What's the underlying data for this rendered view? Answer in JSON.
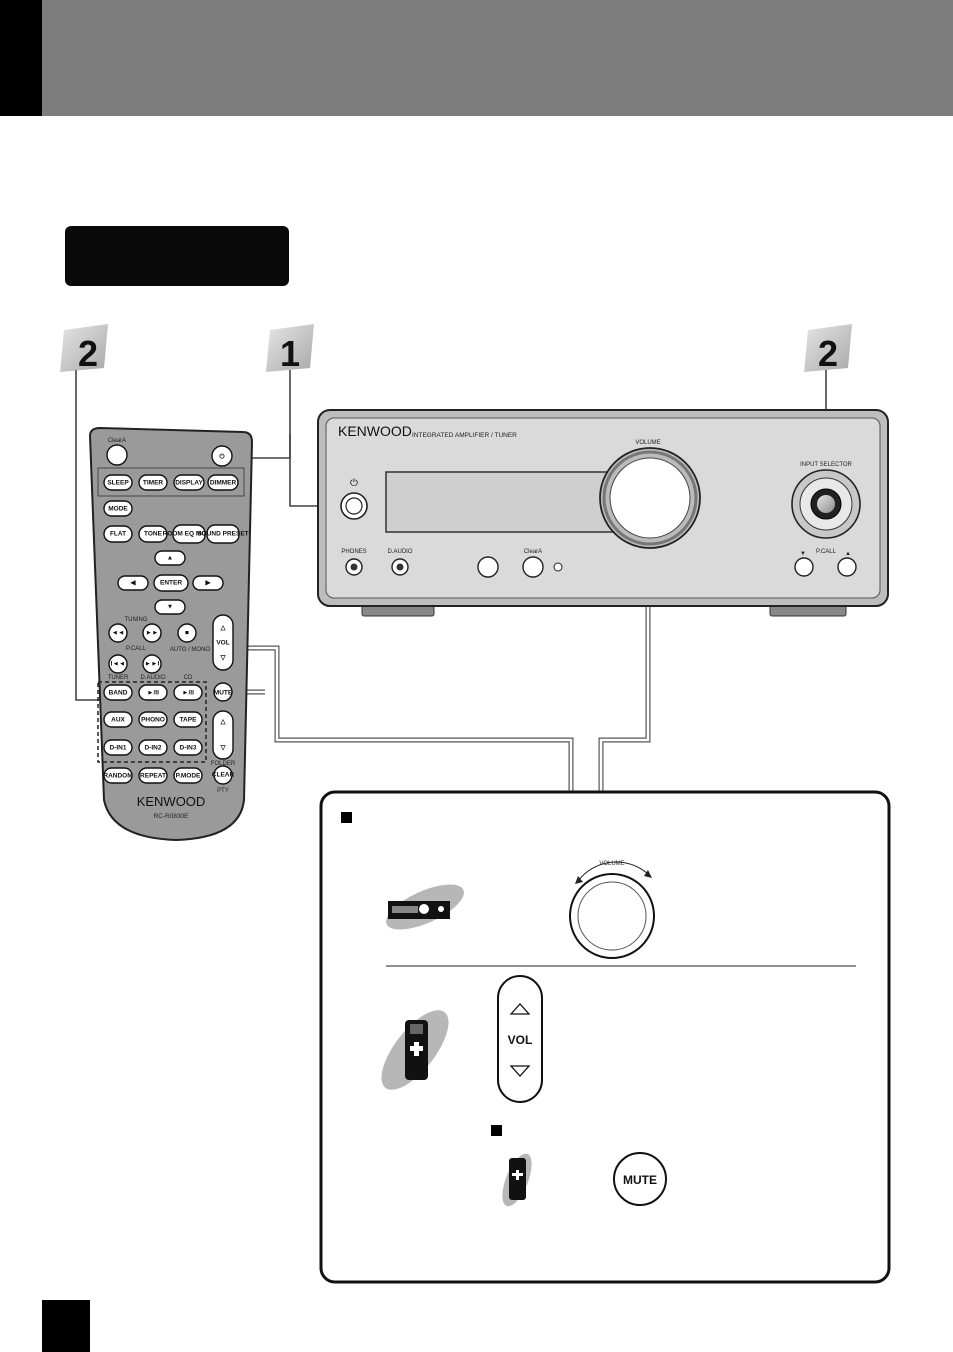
{
  "steps": {
    "remote_step": "2",
    "power_step": "1",
    "selector_step": "2"
  },
  "amplifier": {
    "brand": "KENWOOD",
    "model_text": "INTEGRATED AMPLIFIER / TUNER",
    "volume_label": "VOLUME",
    "input_selector_label": "INPUT SELECTOR",
    "power_symbol": "⏻",
    "phones_label": "PHONES",
    "daudio_label": "D.AUDIO",
    "cleara_label": "ClearA",
    "pcall_label": "P.CALL",
    "pcall_down": "▼",
    "pcall_up": "▲"
  },
  "remote": {
    "brand": "KENWOOD",
    "model": "RC-R0830E",
    "cleara_label": "ClearA",
    "power_symbol": "⏻",
    "row1": [
      "SLEEP",
      "TIMER",
      "DISPLAY",
      "DIMMER"
    ],
    "mode": "MODE",
    "flat": "FLAT",
    "tone": "TONE",
    "room_eq_mode": "ROOM EQ MODE",
    "sound_preset": "SOUND PRESET",
    "enter": "ENTER",
    "arrow_up": "▲",
    "arrow_down": "▼",
    "arrow_left": "◀",
    "arrow_right": "▶",
    "tuning_label": "TUNING",
    "tuning_left": "◄◄",
    "tuning_right": "►►",
    "stop": "■",
    "auto_mono": "AUTO / MONO",
    "pcall_label": "P.CALL",
    "pcall_left": "I◄◄",
    "pcall_right": "►►I",
    "vol_label": "VOL",
    "vol_up": "△",
    "vol_down": "▽",
    "source_labels": [
      "TUNER",
      "D.AUDIO",
      "CD"
    ],
    "band": "BAND",
    "play_pause": "►/II",
    "mute": "MUTE",
    "aux": "AUX",
    "phono": "PHONO",
    "tape": "TAPE",
    "din1": "D-IN1",
    "din2": "D-IN2",
    "din3": "D-IN3",
    "folder": "FOLDER",
    "random": "RANDOM",
    "repeat": "REPEAT",
    "pmode": "P.MODE",
    "clear": "CLEAR",
    "pty": "PTY"
  },
  "volume_panel": {
    "knob_label": "VOLUME",
    "vol_label": "VOL",
    "vol_up": "△",
    "vol_down": "▽",
    "mute_label": "MUTE"
  }
}
